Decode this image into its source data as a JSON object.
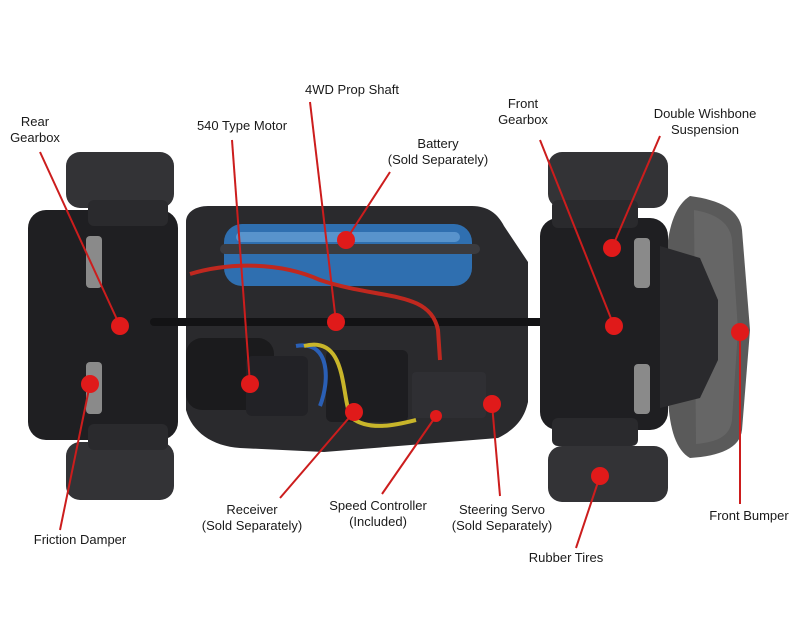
{
  "colors": {
    "background": "#ffffff",
    "leader_line": "#cc1d1d",
    "marker": "#e01a1a",
    "chassis": "#2a2a2d",
    "battery": "#2f6fb0",
    "tire": "#333336",
    "bumper": "#5a5a5a"
  },
  "labels": {
    "rear_gearbox": [
      "Rear",
      "Gearbox"
    ],
    "motor": "540 Type Motor",
    "prop_shaft": "4WD Prop Shaft",
    "battery": [
      "Battery",
      "(Sold Separately)"
    ],
    "front_gearbox": [
      "Front",
      "Gearbox"
    ],
    "suspension": [
      "Double Wishbone",
      "Suspension"
    ],
    "friction_damper": "Friction Damper",
    "receiver": [
      "Receiver",
      "(Sold Separately)"
    ],
    "speed_controller": [
      "Speed Controller",
      "(Included)"
    ],
    "steering_servo": [
      "Steering Servo",
      "(Sold Separately)"
    ],
    "rubber_tires": "Rubber Tires",
    "front_bumper": "Front Bumper"
  }
}
